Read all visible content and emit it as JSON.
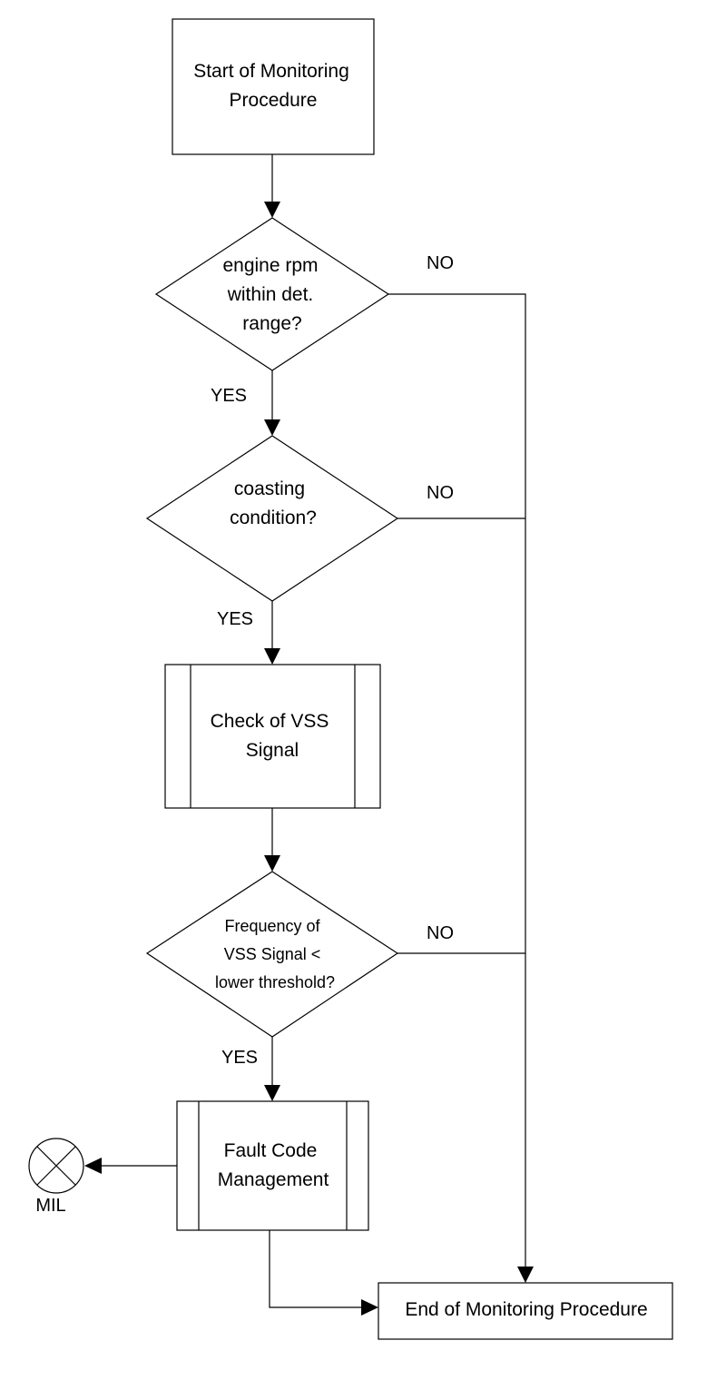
{
  "nodes": {
    "start": {
      "line1": "Start of Monitoring",
      "line2": "Procedure"
    },
    "rpm_check": {
      "line1": "engine rpm",
      "line2": "within det.",
      "line3": "range?"
    },
    "coasting_check": {
      "line1": "coasting",
      "line2": "condition?"
    },
    "vss_check": {
      "line1": "Check of VSS",
      "line2": "Signal"
    },
    "frequency_check": {
      "line1": "Frequency of",
      "line2": "VSS Signal <",
      "line3": "lower threshold?"
    },
    "fault_code": {
      "line1": "Fault Code",
      "line2": "Management"
    },
    "end": {
      "line1": "End of Monitoring Procedure"
    },
    "mil": {
      "label": "MIL",
      "icon": "mil-lamp-icon"
    }
  },
  "edge_labels": {
    "rpm_yes": "YES",
    "rpm_no": "NO",
    "coasting_yes": "YES",
    "coasting_no": "NO",
    "frequency_yes": "YES",
    "frequency_no": "NO"
  },
  "colors": {
    "stroke": "#000000",
    "background": "#ffffff"
  }
}
